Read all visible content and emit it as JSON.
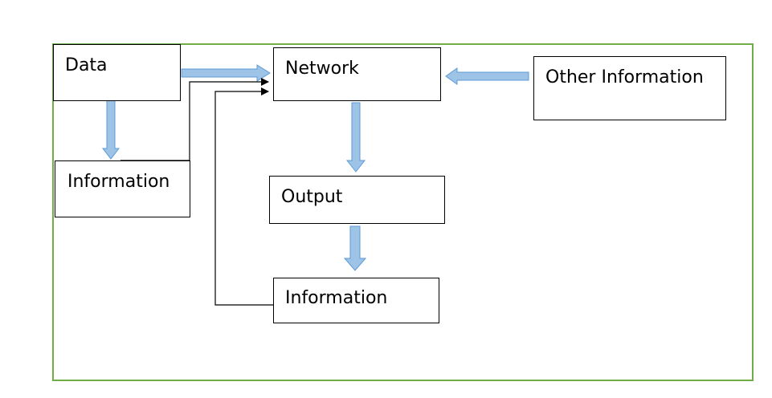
{
  "diagram": {
    "nodes": {
      "data": "Data",
      "information_left": "Information",
      "network": "Network",
      "other_information": "Other Information",
      "output": "Output",
      "information_bottom": "Information"
    },
    "edges": [
      {
        "from": "data",
        "to": "network",
        "style": "block-arrow"
      },
      {
        "from": "data",
        "to": "information_left",
        "style": "block-arrow"
      },
      {
        "from": "information_left",
        "to": "network",
        "style": "line-arrow"
      },
      {
        "from": "other_information",
        "to": "network",
        "style": "block-arrow"
      },
      {
        "from": "network",
        "to": "output",
        "style": "block-arrow"
      },
      {
        "from": "output",
        "to": "information_bottom",
        "style": "block-arrow"
      },
      {
        "from": "information_bottom",
        "to": "network",
        "style": "line-arrow"
      }
    ],
    "colors": {
      "frame": "#70AD47",
      "block_arrow_fill": "#9DC3E6",
      "block_arrow_stroke": "#5B9BD5",
      "line_arrow": "#000000",
      "box_border": "#000000"
    }
  }
}
